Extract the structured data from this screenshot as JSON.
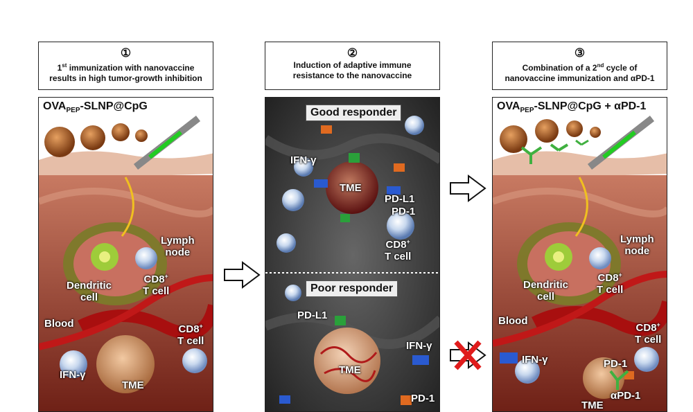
{
  "captions": [
    {
      "number": "①",
      "line1_pre": "1",
      "line1_sup": "st",
      "line1_post": " immunization with nanovaccine",
      "line2": "results in high tumor-growth inhibition"
    },
    {
      "number": "②",
      "line1_pre": "Induction of adaptive immune",
      "line1_sup": "",
      "line1_post": "",
      "line2": "resistance to the nanovaccine"
    },
    {
      "number": "③",
      "line1_pre": "Combination of a 2",
      "line1_sup": "nd",
      "line1_post": " cycle of",
      "line2": "nanovaccine immunization and αPD-1"
    }
  ],
  "panel1": {
    "title_a": "OVA",
    "title_sub": "PEP",
    "title_b": "-SLNP@CpG",
    "lymph_node": [
      "Lymph",
      "node"
    ],
    "dendritic": [
      "Dendritic",
      "cell"
    ],
    "cd8_a": [
      "CD8",
      "+",
      "T cell"
    ],
    "blood": "Blood",
    "cd8_b": [
      "CD8",
      "+",
      "T cell"
    ],
    "ifn": "IFN-γ",
    "tme": "TME"
  },
  "panel2": {
    "good": "Good responder",
    "poor": "Poor responder",
    "ifn_top": "IFN-γ",
    "tme_top": "TME",
    "pdl1_top": "PD-L1",
    "pd1_top": "PD-1",
    "cd8": [
      "CD8",
      "+",
      "T cell"
    ],
    "pdl1_bottom": "PD-L1",
    "ifn_bottom": "IFN-γ",
    "tme_bottom": "TME",
    "pd1_bottom": "PD-1"
  },
  "panel3": {
    "title_a": "OVA",
    "title_sub": "PEP",
    "title_b": "-SLNP@CpG + αPD-1",
    "lymph_node": [
      "Lymph",
      "node"
    ],
    "dendritic": [
      "Dendritic",
      "cell"
    ],
    "cd8_a": [
      "CD8",
      "+",
      "T cell"
    ],
    "blood": "Blood",
    "cd8_b": [
      "CD8",
      "+",
      "T cell"
    ],
    "ifn": "IFN-γ",
    "pd1": "PD-1",
    "apd1": "αPD-1",
    "tme": "TME"
  },
  "colors": {
    "skin": "#e0b49e",
    "tissue": "#b85a48",
    "vessel": "#b01010",
    "node": "#7a7a2a",
    "dark_bg": "#2e2e2e",
    "tumor": "#d9a07a",
    "x_mark": "#e01c1c"
  }
}
